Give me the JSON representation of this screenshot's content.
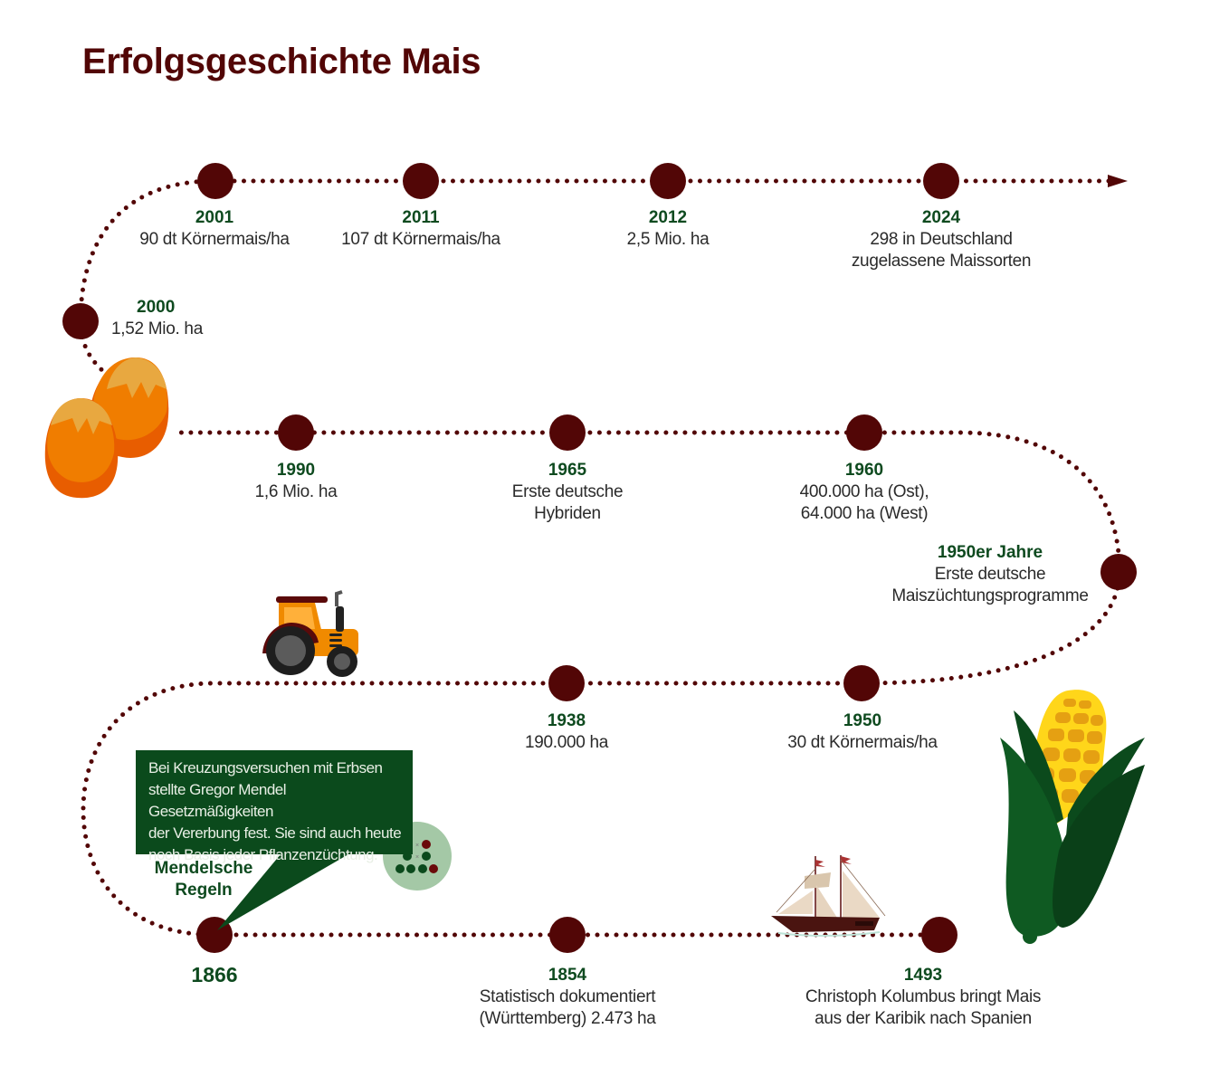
{
  "title": "Erfolgsgeschichte Mais",
  "colors": {
    "title": "#520606",
    "timeline": "#520606",
    "year": "#0e4a1f",
    "text": "#2b2b2b",
    "callout_bg": "#0b4a1c",
    "callout_text": "#e8efe5",
    "icon_circle": "#a4c8a6"
  },
  "events": [
    {
      "id": "1493",
      "year": "1493",
      "lines": [
        "Christoph Kolumbus bringt Mais",
        "aus der Karibik nach Spanien"
      ]
    },
    {
      "id": "1854",
      "year": "1854",
      "lines": [
        "Statistisch dokumentiert",
        "(Württemberg) 2.473 ha"
      ]
    },
    {
      "id": "1866",
      "year": "1866",
      "lines": []
    },
    {
      "id": "1938",
      "year": "1938",
      "lines": [
        "190.000 ha"
      ]
    },
    {
      "id": "1950",
      "year": "1950",
      "lines": [
        "30 dt Körnermais/ha"
      ]
    },
    {
      "id": "1950er",
      "year": "1950er Jahre",
      "lines": [
        "Erste deutsche",
        "Maiszüchtungsprogramme"
      ]
    },
    {
      "id": "1960",
      "year": "1960",
      "lines": [
        "400.000 ha (Ost),",
        "64.000 ha (West)"
      ]
    },
    {
      "id": "1965",
      "year": "1965",
      "lines": [
        "Erste deutsche",
        "Hybriden"
      ]
    },
    {
      "id": "1990",
      "year": "1990",
      "lines": [
        "1,6 Mio. ha"
      ]
    },
    {
      "id": "2000",
      "year": "2000",
      "lines": [
        "1,52 Mio. ha"
      ]
    },
    {
      "id": "2001",
      "year": "2001",
      "lines": [
        "90 dt Körnermais/ha"
      ]
    },
    {
      "id": "2011",
      "year": "2011",
      "lines": [
        "107 dt Körnermais/ha"
      ]
    },
    {
      "id": "2012",
      "year": "2012",
      "lines": [
        "2,5 Mio. ha"
      ]
    },
    {
      "id": "2024",
      "year": "2024",
      "lines": [
        "298 in Deutschland",
        "zugelassene Maissorten"
      ]
    }
  ],
  "mendel": {
    "title_lines": [
      "Mendelsche",
      "Regeln"
    ],
    "callout_lines": [
      "Bei Kreuzungsversuchen mit Erbsen",
      "stellte Gregor Mendel Gesetzmäßigkeiten",
      "der Vererbung fest. Sie sind auch heute",
      "noch Basis jeder Pflanzenzüchtung."
    ]
  },
  "icons": [
    "corn-kernels-icon",
    "tractor-icon",
    "mendel-peas-icon",
    "sailing-ship-icon",
    "corn-cob-icon",
    "arrow-right-icon"
  ]
}
